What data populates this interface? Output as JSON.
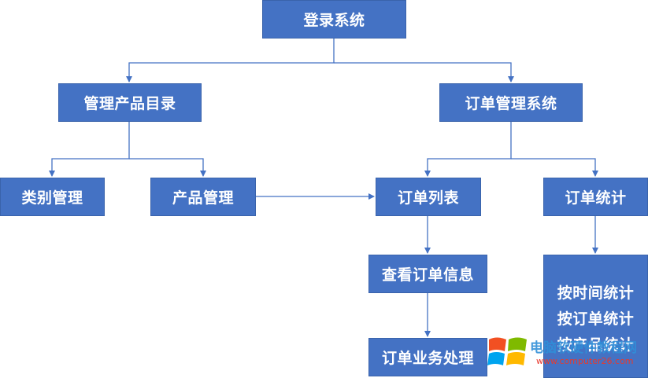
{
  "nodes": {
    "login": "登录系统",
    "catalog": "管理产品目录",
    "order_system": "订单管理系统",
    "category": "类别管理",
    "product": "产品管理",
    "order_list": "订单列表",
    "order_stats": "订单统计",
    "view_order": "查看订单信息",
    "order_process": "订单业务处理",
    "stats_items": [
      "按时间统计",
      "按订单统计",
      "按产品统计"
    ]
  },
  "watermark": {
    "name": "电脑软硬件教程网",
    "url": "www.computer26.com"
  },
  "colors": {
    "node_fill": "#4472c4",
    "node_text": "#ffffff",
    "connector": "#4472c4"
  }
}
